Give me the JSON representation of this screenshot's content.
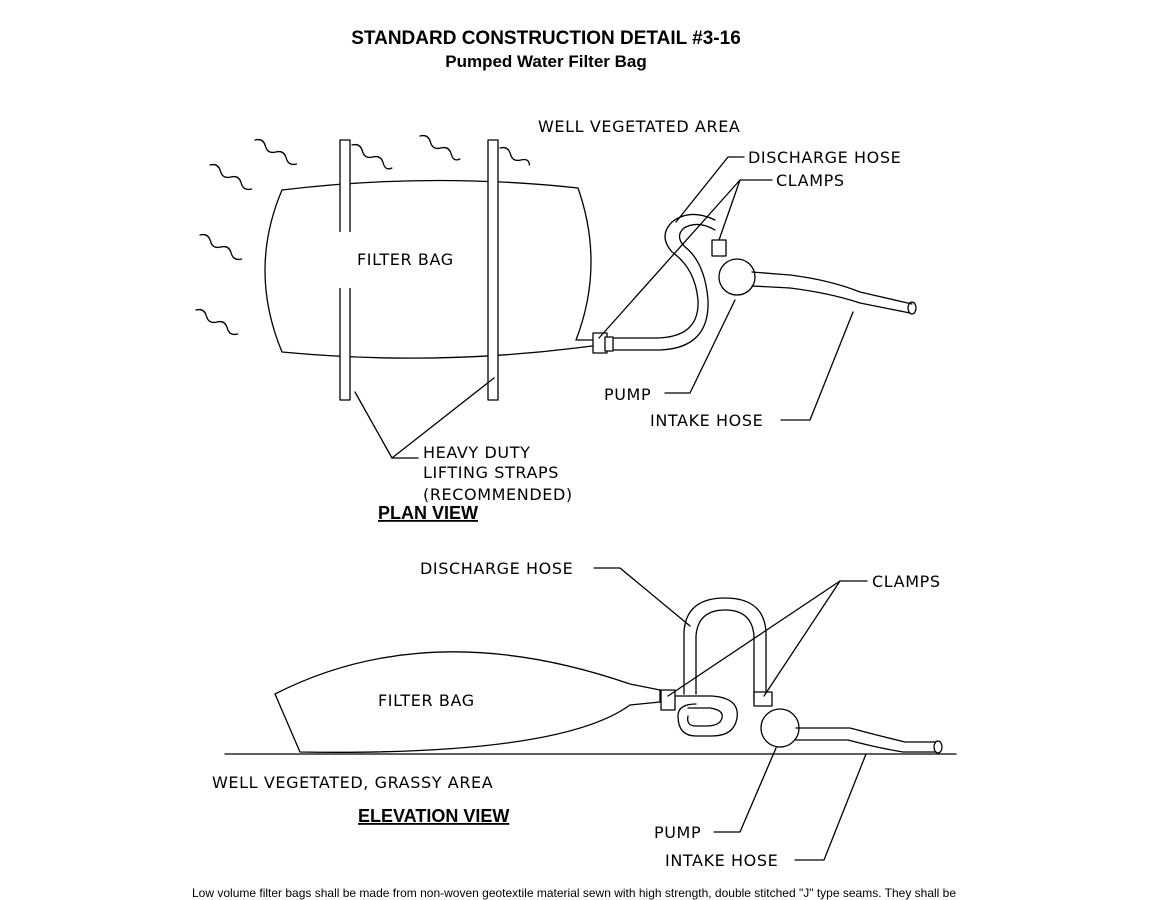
{
  "title": "STANDARD CONSTRUCTION DETAIL #3-16",
  "subtitle": "Pumped Water Filter Bag",
  "plan": {
    "heading": "PLAN VIEW",
    "area": "WELL VEGETATED AREA",
    "filter_bag": "FILTER BAG",
    "discharge_hose": "DISCHARGE HOSE",
    "clamps": "CLAMPS",
    "pump": "PUMP",
    "intake_hose": "INTAKE HOSE",
    "straps_line1": "HEAVY DUTY",
    "straps_line2": "LIFTING STRAPS",
    "straps_line3": "(RECOMMENDED)"
  },
  "elevation": {
    "heading": "ELEVATION VIEW",
    "discharge_hose": "DISCHARGE HOSE",
    "clamps": "CLAMPS",
    "filter_bag": "FILTER BAG",
    "ground": "WELL VEGETATED, GRASSY AREA",
    "pump": "PUMP",
    "intake_hose": "INTAKE HOSE"
  },
  "footnote": "Low volume filter bags shall be made from non-woven geotextile material sewn with high strength, double stitched \"J\" type seams. They shall be"
}
